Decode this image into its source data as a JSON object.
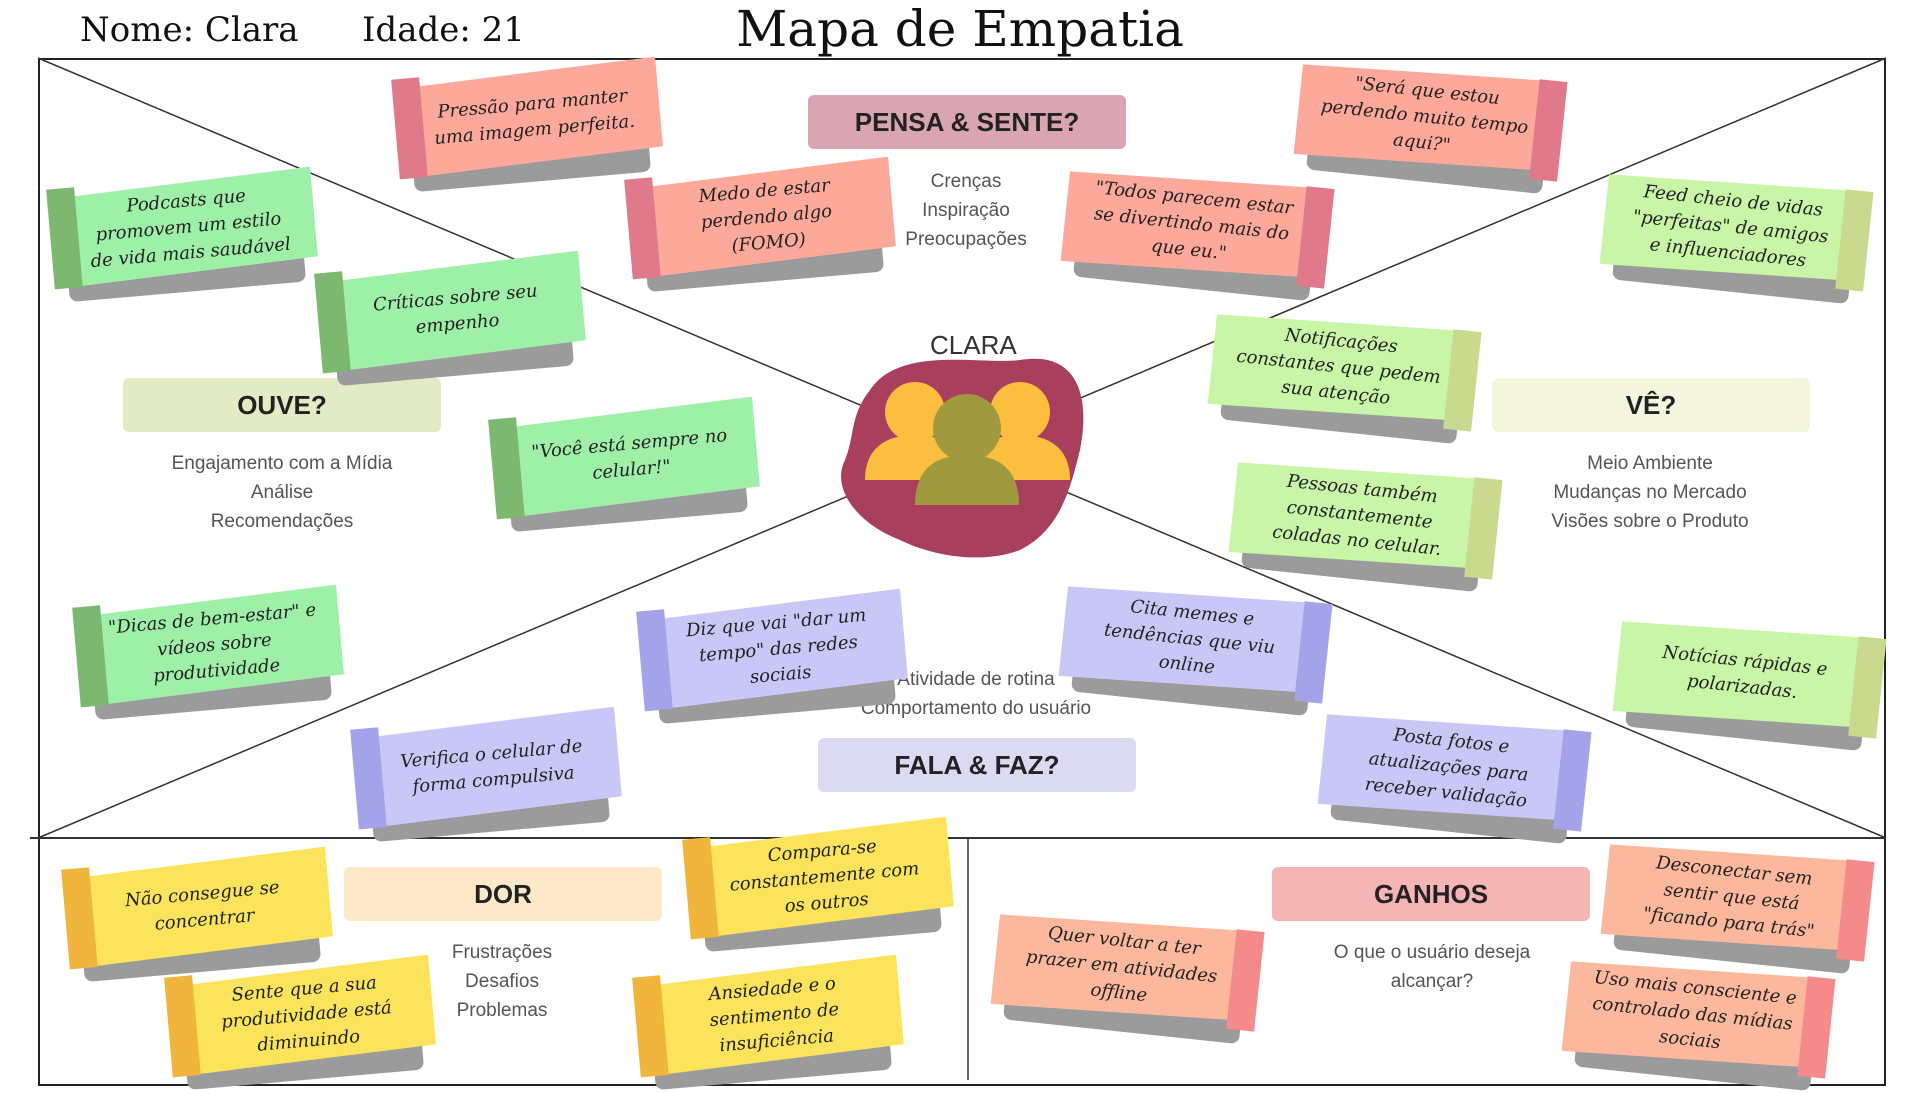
{
  "header": {
    "name": "Nome: Clara",
    "age": "Idade: 21",
    "title": "Mapa de Empatia"
  },
  "persona": {
    "name": "CLARA"
  },
  "sections": {
    "pensa": {
      "label": "PENSA & SENTE?",
      "color": "#d9a5b3",
      "desc": [
        "Crenças",
        "Inspiração",
        "Preocupações"
      ]
    },
    "ouve": {
      "label": "OUVE?",
      "color": "#e2ebc3",
      "desc": [
        "Engajamento com a Mídia",
        "Análise",
        "Recomendações"
      ]
    },
    "ve": {
      "label": "VÊ?",
      "color": "#f3f6dc",
      "desc": [
        "Meio Ambiente",
        "Mudanças no Mercado",
        "Visões sobre o Produto"
      ]
    },
    "fala": {
      "label": "FALA & FAZ?",
      "color": "#dcdaf3",
      "desc": [
        "Atividade de rotina",
        "Comportamento do usuário"
      ]
    },
    "dor": {
      "label": "DOR",
      "color": "#fde9c7",
      "desc": [
        "Frustrações",
        "Desafios",
        "Problemas"
      ]
    },
    "ganhos": {
      "label": "GANHOS",
      "color": "#f5b5b5",
      "desc": [
        "O que o usuário deseja",
        "alcançar?"
      ]
    }
  },
  "notes": {
    "pensa1": "Pressão para manter uma imagem perfeita.",
    "pensa2": "Medo de estar perdendo algo (FOMO)",
    "pensa3": "\"Todos parecem estar se divertindo mais do que eu.\"",
    "pensa4": "\"Será que estou perdendo muito tempo aqui?\"",
    "ouve1": "Podcasts que promovem um estilo de vida mais saudável",
    "ouve2": "Críticas sobre seu empenho",
    "ouve3": "\"Você está sempre no celular!\"",
    "ouve4": "\"Dicas de bem-estar\" e vídeos sobre produtividade",
    "ve1": "Feed cheio de vidas \"perfeitas\" de amigos e influenciadores",
    "ve2": "Notificações constantes que pedem sua atenção",
    "ve3": "Pessoas também constantemente coladas no celular.",
    "ve4": "Notícias rápidas e polarizadas.",
    "fala1": "Diz que vai \"dar um tempo\" das redes sociais",
    "fala2": "Cita memes e tendências que viu online",
    "fala3": "Verifica o celular de forma compulsiva",
    "fala4": "Posta fotos e atualizações para receber validação",
    "dor1": "Não consegue se concentrar",
    "dor2": "Compara-se constantemente com os outros",
    "dor3": "Sente que a sua produtividade está diminuindo",
    "dor4": "Ansiedade e o sentimento de insuficiência",
    "ganho1": "Desconectar sem sentir que está \"ficando para trás\"",
    "ganho2": "Quer voltar a ter prazer em atividades offline",
    "ganho3": "Uso mais consciente e controlado das mídias sociais"
  },
  "colors": {
    "red_paper": "#fca89b",
    "red_tab": "#e07a8a",
    "green_paper": "#9ef0a8",
    "green_tab": "#7cb86f",
    "lime_paper": "#c8f5a6",
    "lime_tab": "#c9d98e",
    "purple_paper": "#c8c8f7",
    "purple_tab": "#a3a3ea",
    "yellow_paper": "#fbe45c",
    "yellow_tab": "#f0b53c",
    "salmon_paper": "#fcb89c",
    "salmon_tab": "#f58a8a",
    "blob": "#a8405d",
    "figure_side": "#fbbe3e",
    "figure_center": "#9f9a3e"
  },
  "icons": {
    "persona": "group-users-icon"
  }
}
